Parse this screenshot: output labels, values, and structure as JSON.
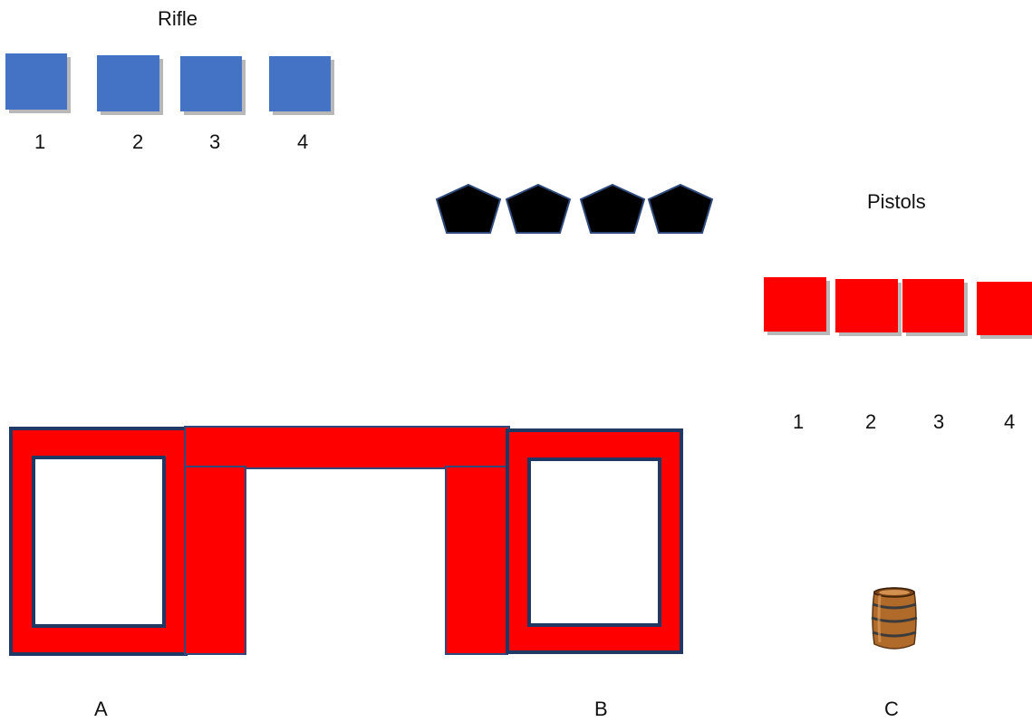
{
  "rifle": {
    "title": "Rifle",
    "color": "#4472c4",
    "targets": [
      {
        "number": "1"
      },
      {
        "number": "2"
      },
      {
        "number": "3"
      },
      {
        "number": "4"
      }
    ]
  },
  "pistols": {
    "title": "Pistols",
    "color": "#ff0000",
    "targets": [
      {
        "number": "1"
      },
      {
        "number": "2"
      },
      {
        "number": "3"
      },
      {
        "number": "4"
      }
    ]
  },
  "poppers": {
    "count": 4,
    "color": "#000000",
    "shape": "pentagon"
  },
  "structures": {
    "barricade_color": "#ff0000",
    "outline_color": "#1f3864",
    "labels": {
      "a": "A",
      "b": "B",
      "c": "C"
    },
    "barrel_icon": "barrel-icon"
  }
}
